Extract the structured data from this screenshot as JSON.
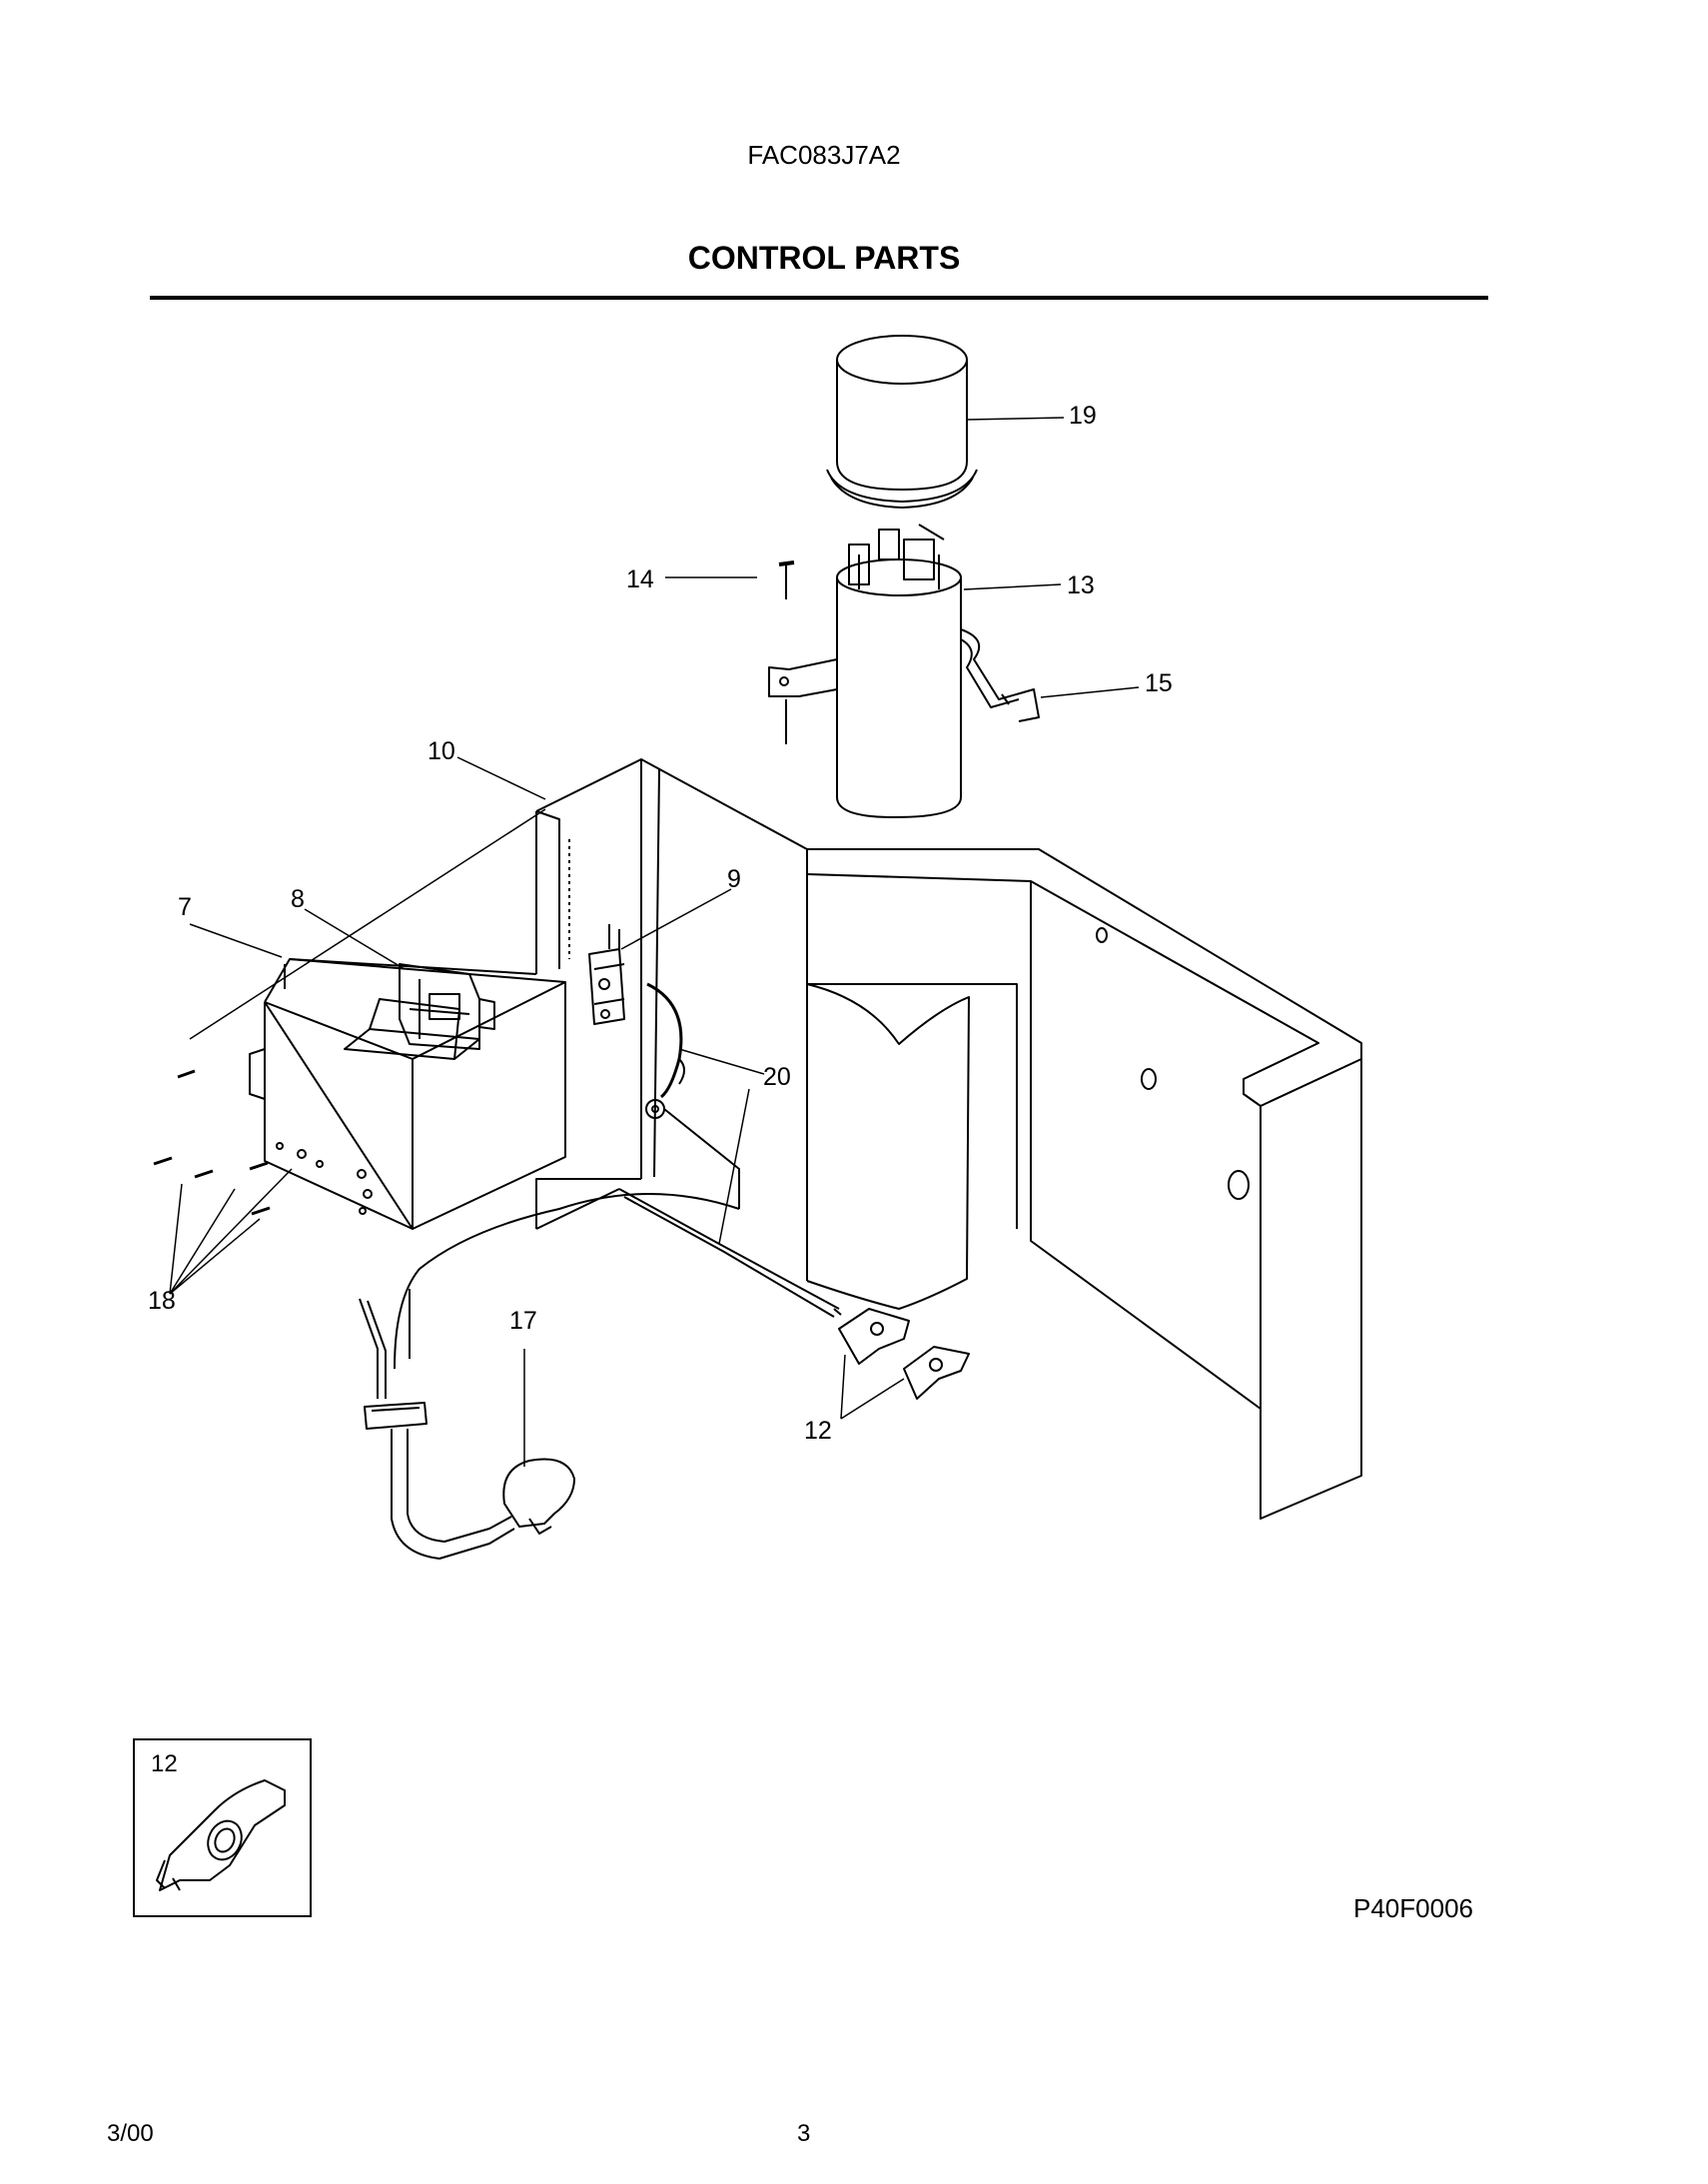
{
  "header": {
    "model_number": "FAC083J7A2",
    "section_title": "CONTROL PARTS"
  },
  "callouts": {
    "c7": "7",
    "c8": "8",
    "c9": "9",
    "c10": "10",
    "c12": "12",
    "c13": "13",
    "c14": "14",
    "c15": "15",
    "c17": "17",
    "c18": "18",
    "c19": "19",
    "c20": "20"
  },
  "inset": {
    "label": "12"
  },
  "footer": {
    "drawing_code": "P40F0006",
    "date": "3/00",
    "page": "3"
  }
}
